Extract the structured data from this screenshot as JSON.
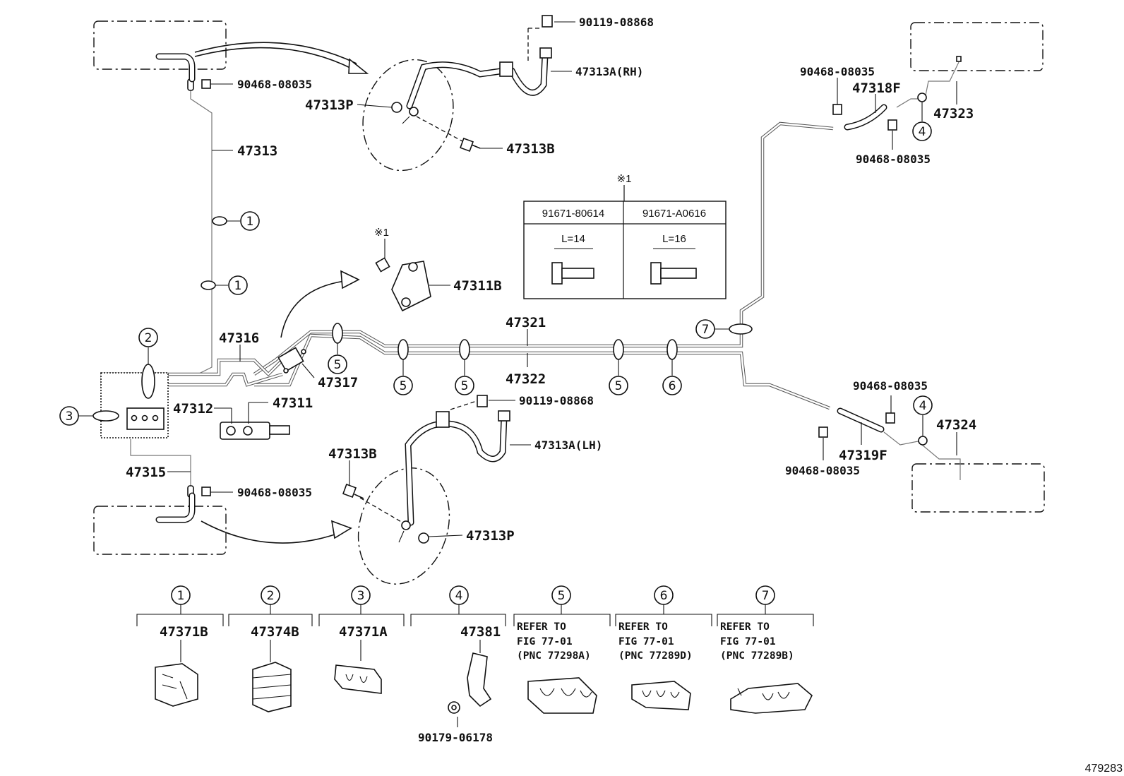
{
  "diagram_id": "479283",
  "parts": {
    "p47313": "47313",
    "p47313A_RH": "47313A(RH)",
    "p47313A_LH": "47313A(LH)",
    "p47313P_top": "47313P",
    "p47313P_bot": "47313P",
    "p47313B_top": "47313B",
    "p47313B_bot": "47313B",
    "p90119_top": "90119-08868",
    "p90119_bot": "90119-08868",
    "p90468_tl": "90468-08035",
    "p90468_bl": "90468-08035",
    "p90468_r1": "90468-08035",
    "p90468_r2": "90468-08035",
    "p90468_r3": "90468-08035",
    "p90468_r4": "90468-08035",
    "p47318F": "47318F",
    "p47319F": "47319F",
    "p47323": "47323",
    "p47324": "47324",
    "p47311B": "47311B",
    "p47316": "47316",
    "p47317": "47317",
    "p47312": "47312",
    "p47311": "47311",
    "p47315": "47315",
    "p47321": "47321",
    "p47322": "47322"
  },
  "note_mark": "※1",
  "bolt_table": {
    "mark": "※1",
    "columns": [
      {
        "part": "91671-80614",
        "length": "L=14"
      },
      {
        "part": "91671-A0616",
        "length": "L=16"
      }
    ]
  },
  "callouts": {
    "c1": "1",
    "c2": "2",
    "c3": "3",
    "c4": "4",
    "c5": "5",
    "c6": "6",
    "c7": "7"
  },
  "legend": [
    {
      "num": "1",
      "part": "47371B",
      "ref": []
    },
    {
      "num": "2",
      "part": "47374B",
      "ref": []
    },
    {
      "num": "3",
      "part": "47371A",
      "ref": []
    },
    {
      "num": "4",
      "part": "47381",
      "sub_part": "90179-06178",
      "ref": []
    },
    {
      "num": "5",
      "part": "",
      "ref": [
        "REFER TO",
        "FIG 77-01",
        "(PNC 77298A)"
      ]
    },
    {
      "num": "6",
      "part": "",
      "ref": [
        "REFER TO",
        "FIG 77-01",
        "(PNC 77289D)"
      ]
    },
    {
      "num": "7",
      "part": "",
      "ref": [
        "REFER TO",
        "FIG 77-01",
        "(PNC 77289B)"
      ]
    }
  ]
}
